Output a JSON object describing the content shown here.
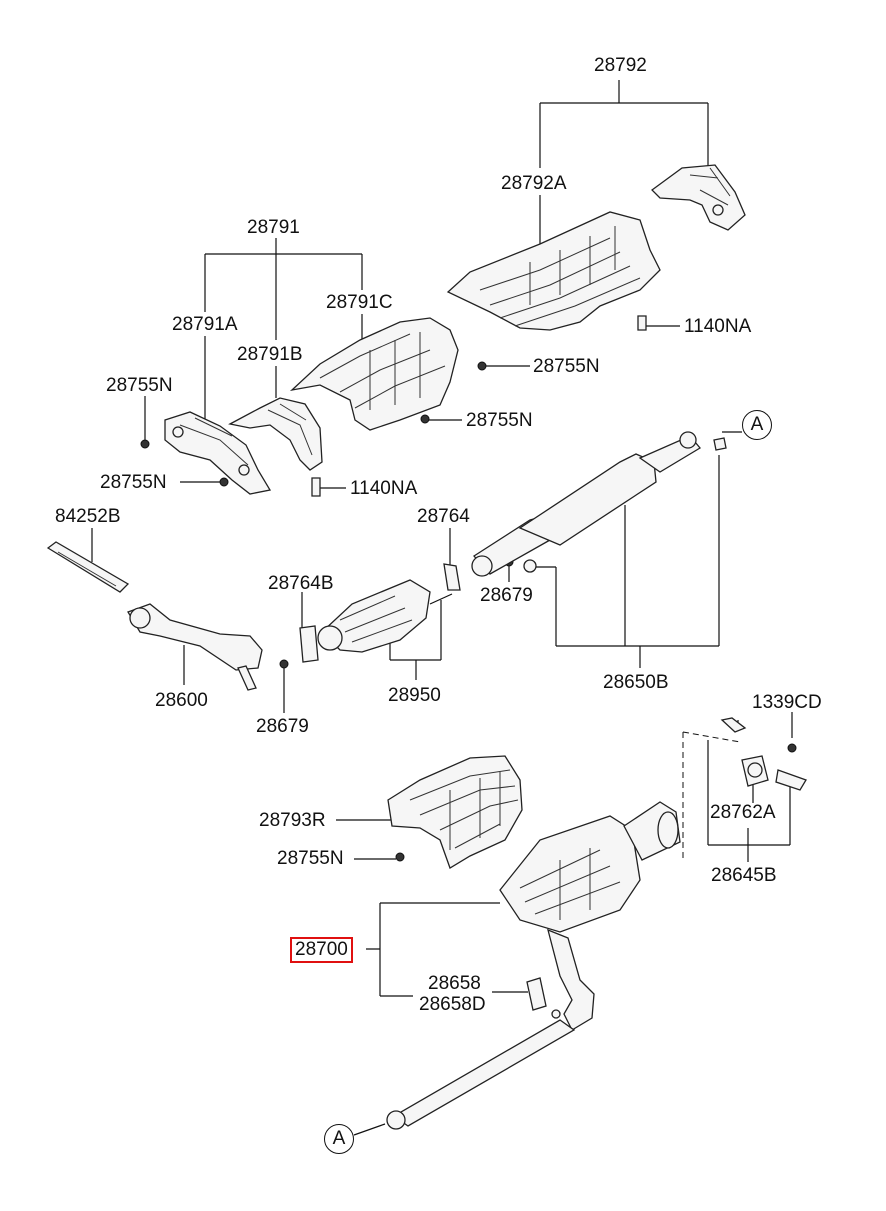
{
  "labels": {
    "p28792": "28792",
    "p28792A": "28792A",
    "p1140NA_top": "1140NA",
    "p28755N_mid": "28755N",
    "p28791": "28791",
    "p28791C": "28791C",
    "p28791A": "28791A",
    "p28791B": "28791B",
    "p28755N_left": "28755N",
    "p28755N_c": "28755N",
    "p28755N_low": "28755N",
    "p1140NA_low": "1140NA",
    "ref_a_top": "A",
    "p84252B": "84252B",
    "p28764": "28764",
    "p28764B": "28764B",
    "p28679_right": "28679",
    "p28600": "28600",
    "p28950": "28950",
    "p28650B": "28650B",
    "p28679_low": "28679",
    "p1339CD": "1339CD",
    "p28793R": "28793R",
    "p28762A": "28762A",
    "p28755N_bottom": "28755N",
    "p28645B": "28645B",
    "p28700": "28700",
    "p28658": "28658",
    "p28658D": "28658D",
    "ref_a_bottom": "A"
  },
  "highlight_color": "#e01010"
}
